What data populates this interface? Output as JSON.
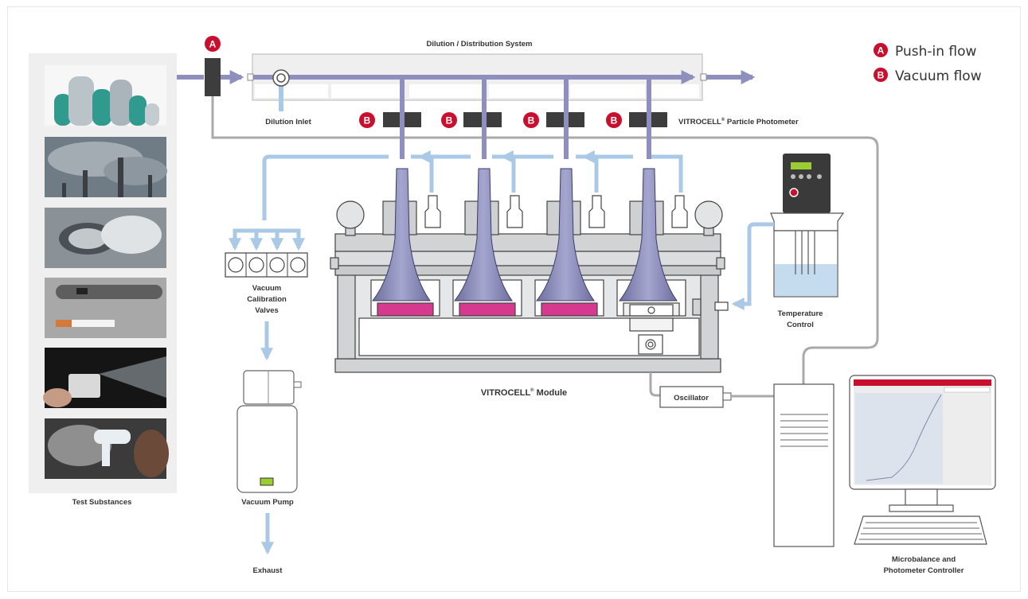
{
  "legend": {
    "push_in": {
      "badge": "A",
      "label": "Push-in flow"
    },
    "vacuum": {
      "badge": "B",
      "label": "Vacuum flow"
    }
  },
  "labels": {
    "dilution_system": "Dilution / Distribution System",
    "dilution_inlet": "Dilution Inlet",
    "photometer_brand": "VITROCELL",
    "photometer_rest": " Particle Photometer",
    "module_brand": "VITROCELL",
    "module_rest": " Module",
    "registered": "®",
    "test_substances": "Test Substances",
    "calibration_valves": [
      "Vacuum",
      "Calibration",
      "Valves"
    ],
    "vacuum_pump": "Vacuum Pump",
    "exhaust": "Exhaust",
    "temperature_control": [
      "Temperature",
      "Control"
    ],
    "oscillator": "Oscillator",
    "controller": [
      "Microbalance and",
      "Photometer Controller"
    ]
  },
  "badges": {
    "push_in": "A",
    "vacuum": "B"
  },
  "thumbnails": [
    {
      "name": "gas-cylinders"
    },
    {
      "name": "industrial-smokestacks"
    },
    {
      "name": "car-exhaust"
    },
    {
      "name": "e-cigarette-and-cigarette"
    },
    {
      "name": "inhaler-spray"
    },
    {
      "name": "nebulizer-mist"
    }
  ],
  "colors": {
    "push_in_flow": "#8e8fbd",
    "vacuum_flow": "#a9c9e6",
    "badge_red": "#c8102e",
    "module_grey": "#d2d3d5",
    "module_stroke": "#444444",
    "sensor_dark": "#3d3d3d",
    "medium_pink": "#d53a8e",
    "water_blue": "#c5dcef",
    "display_green": "#9acd32",
    "screen_bar": "#c8102e"
  }
}
